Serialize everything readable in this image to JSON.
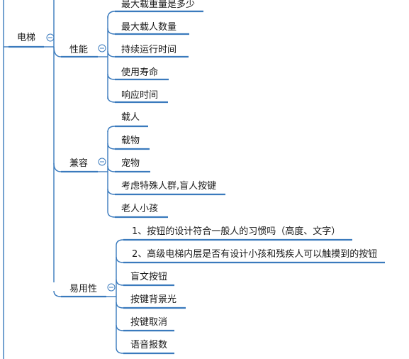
{
  "root": {
    "label": "电梯"
  },
  "branches": [
    {
      "label": "性能",
      "items": [
        "最大载重量是多少",
        "最大载人数量",
        "持续运行时间",
        "使用寿命",
        "响应时间"
      ]
    },
    {
      "label": "兼容",
      "items": [
        "载人",
        "载物",
        "宠物",
        "考虑特殊人群,盲人按键",
        "老人小孩"
      ]
    },
    {
      "label": "易用性",
      "items": [
        "1、按钮的设计符合一般人的习惯吗（高度、文字）",
        "2、高级电梯内层是否有设计小孩和残疾人可以触摸到的按钮",
        "盲文按钮",
        "按键背景光",
        "按键取消",
        "语音报数"
      ]
    }
  ],
  "colors": {
    "line": "#3a7abd",
    "text": "#1a1a1a"
  },
  "icons": {
    "collapse": "collapse-toggle-icon"
  }
}
